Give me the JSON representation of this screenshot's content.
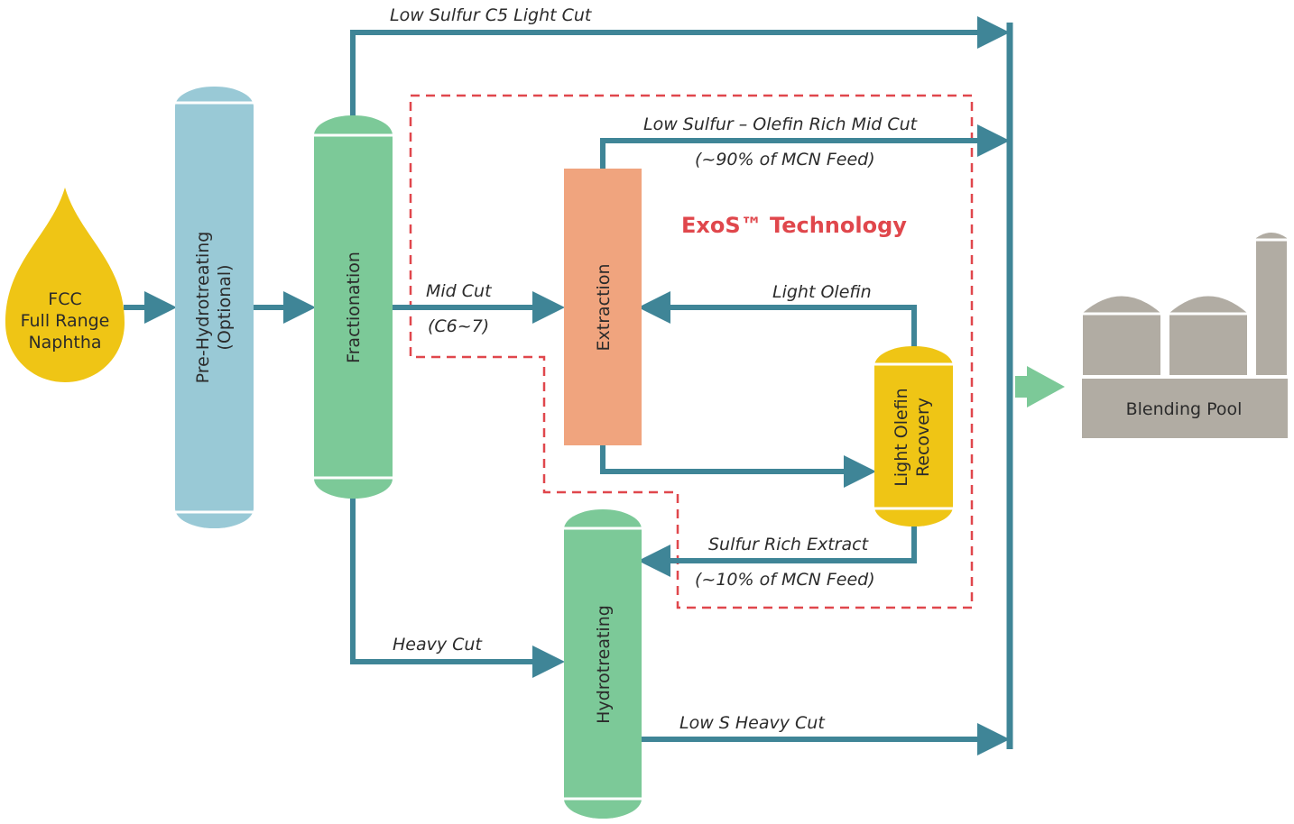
{
  "colors": {
    "pipe": "#3f8597",
    "pre_hydrotreating": "#99c9d6",
    "fractionation": "#7cc998",
    "extraction": "#f0a47e",
    "light_olefin_recovery": "#efc515",
    "hydrotreating": "#7cc998",
    "feed_drop": "#efc515",
    "tank": "#b1aca3",
    "blend_arrow": "#7cc998",
    "exos_border": "#e0474c"
  },
  "feed": {
    "line1": "FCC",
    "line2": "Full Range",
    "line3": "Naphtha"
  },
  "units": {
    "pre_hydrotreating": {
      "line1": "Pre-Hydrotreating",
      "line2": "(Optional)"
    },
    "fractionation": {
      "label": "Fractionation"
    },
    "extraction": {
      "label": "Extraction"
    },
    "light_olefin_recovery": {
      "line1": "Light Olefin",
      "line2": "Recovery"
    },
    "hydrotreating": {
      "label": "Hydrotreating"
    }
  },
  "streams": {
    "light_cut": "Low Sulfur C5 Light Cut",
    "mid_rich": "Low Sulfur – Olefin Rich Mid Cut",
    "mid_rich_note": "(~90% of MCN Feed)",
    "mid_cut": "Mid Cut",
    "mid_cut_note": "(C6~7)",
    "light_olefin": "Light Olefin",
    "sulfur_rich": "Sulfur Rich Extract",
    "sulfur_rich_note": "(~10% of MCN Feed)",
    "heavy_cut": "Heavy Cut",
    "low_s_heavy": "Low S Heavy Cut"
  },
  "technology_label": "ExoS™ Technology",
  "destination": {
    "label": "Blending Pool"
  }
}
